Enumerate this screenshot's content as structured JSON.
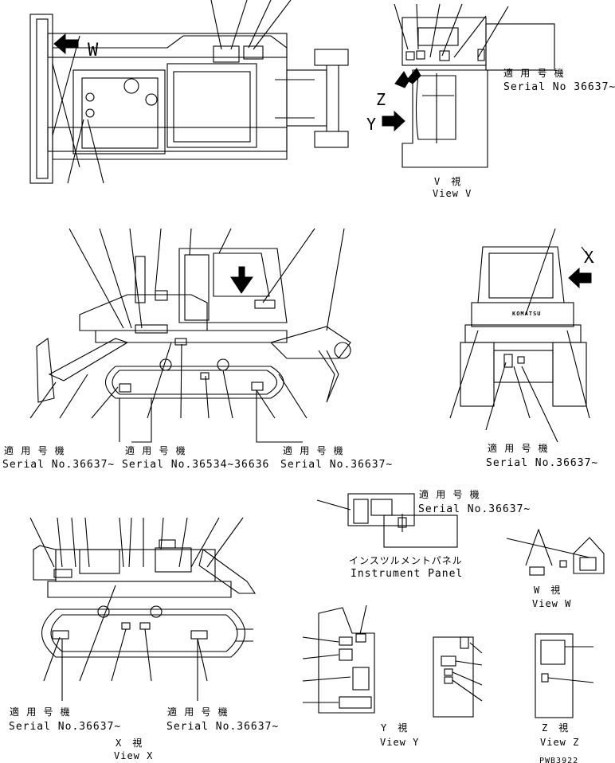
{
  "labels": {
    "applicable_jp": "適 用 号 機",
    "serial_36637": "Serial No 36637~",
    "serial_36637_dot": "Serial No.36637~",
    "serial_36534_36636": "Serial No.36534~36636",
    "view_v_jp": "V　視",
    "view_v_en": "View V",
    "view_w_jp": "W　視",
    "view_w_en": "View W",
    "view_x_jp": "X　視",
    "view_x_en": "View X",
    "view_y_jp": "Y　視",
    "view_y_en": "View Y",
    "view_z_jp": "Z　視",
    "view_z_en": "View Z",
    "panel_jp": "インスツルメントパネル",
    "panel_en": "Instrument Panel",
    "letter_w": "W",
    "letter_x": "X",
    "letter_y": "Y",
    "letter_z": "Z",
    "brand": "KOMATSU",
    "drawing_no": "PWB3922"
  }
}
